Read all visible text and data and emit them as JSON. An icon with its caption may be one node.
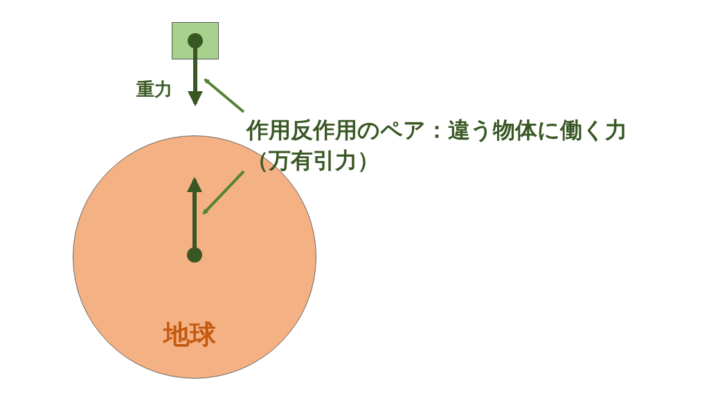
{
  "diagram": {
    "nodes": [
      {
        "text": [],
        "shape": "box"
      },
      {
        "text": [
          "地球"
        ]
      },
      {
        "text": [
          "作用反作用のペア：違う物体に働く力（万有引力）"
        ]
      }
    ],
    "edges": [
      {
        "from": 2,
        "to": 0,
        "arrow": "to"
      },
      {
        "from": 2,
        "to": 1,
        "arrow": "to"
      }
    ],
    "labels": [
      "重力"
    ]
  }
}
